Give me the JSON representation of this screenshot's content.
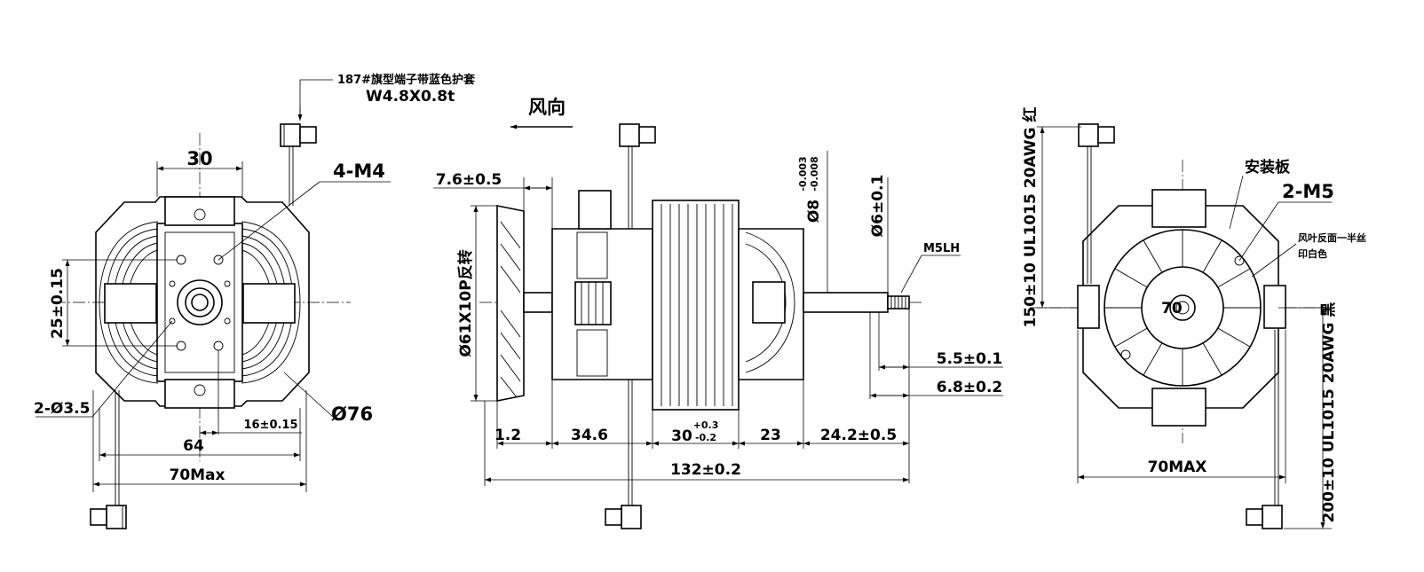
{
  "front_view": {
    "dim_top": "30",
    "holes": "4-M4",
    "height_tol": "25±0.15",
    "mount_holes": "2-Ø3.5",
    "offset": "16±0.15",
    "hole_spacing": "64",
    "width_max": "70Max",
    "diameter": "Ø76"
  },
  "terminal_note": {
    "line1": "187#旗型端子带蓝色护套",
    "line2": "W4.8X0.8t"
  },
  "side_view": {
    "wind_direction": "风向",
    "fan_offset": "7.6±0.5",
    "fan_spec": "Ø61X10P反转",
    "shaft_dia_8": "Ø8",
    "shaft_tol_upper": "-0.003",
    "shaft_tol_lower": "-0.008",
    "shaft_dia_6": "Ø6±0.1",
    "thread": "M5LH",
    "dim_5_5": "5.5±0.1",
    "dim_6_8": "6.8±0.2",
    "seg_1_2": "1.2",
    "seg_34_6": "34.6",
    "seg_30_base": "30",
    "seg_30_upper": "+0.3",
    "seg_30_lower": "-0.2",
    "seg_23": "23",
    "seg_24_2": "24.2±0.5",
    "total_length": "132±0.2"
  },
  "rear_view": {
    "lead_red": "150±10  UL1015 20AWG 红",
    "lead_black": "200±10  UL1015 20AWG 黑",
    "mount_plate": "安装板",
    "holes": "2-M5",
    "blade_note_1": "风叶反面一半丝",
    "blade_note_2": "印白色",
    "width_max": "70MAX",
    "center_dim": "70"
  }
}
